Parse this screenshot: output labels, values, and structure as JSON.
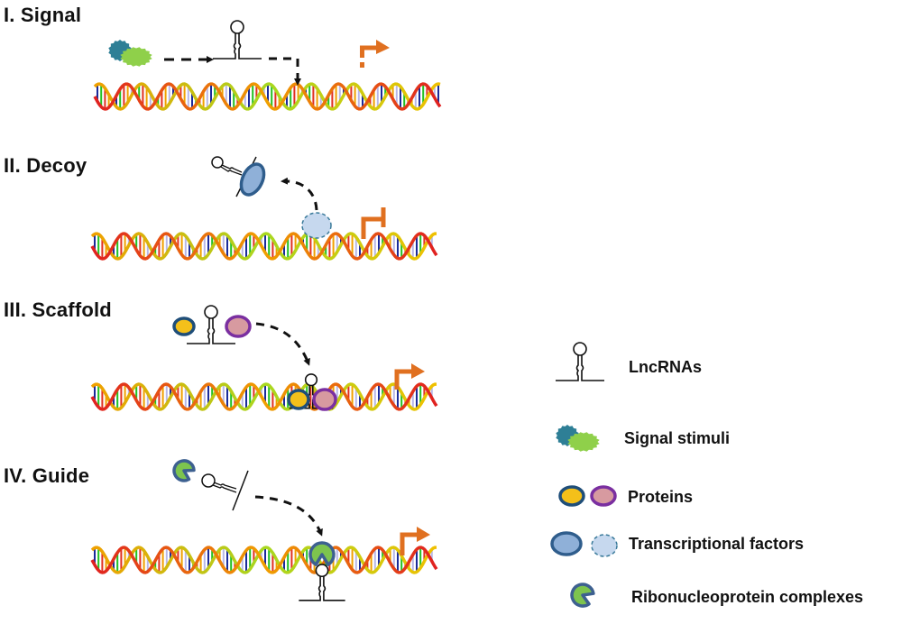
{
  "panels": [
    {
      "id": "signal",
      "title": "I. Signal",
      "promoter": "active-uncertain"
    },
    {
      "id": "decoy",
      "title": "II. Decoy",
      "promoter": "repressed"
    },
    {
      "id": "scaffold",
      "title": "III. Scaffold",
      "promoter": "active"
    },
    {
      "id": "guide",
      "title": "IV. Guide",
      "promoter": "active"
    }
  ],
  "legend": {
    "items": [
      {
        "icon": "lncrna-hairpin-icon",
        "label": "LncRNAs"
      },
      {
        "icon": "signal-stimuli-icon",
        "label": "Signal stimuli"
      },
      {
        "icon": "proteins-icon",
        "label": "Proteins"
      },
      {
        "icon": "transcription-factors-icon",
        "label": "Transcriptional factors"
      },
      {
        "icon": "ribonucleoprotein-icon",
        "label": "Ribonucleoprotein complexes"
      }
    ]
  },
  "colors": {
    "promoter_arrow": "#e07020",
    "protein_yellow_fill": "#f4c01a",
    "protein_yellow_border": "#1f4e79",
    "protein_pink_fill": "#d79aa0",
    "protein_pink_border": "#7a2fa0",
    "tf_fill": "#8fb0d8",
    "tf_border": "#2f5d8c",
    "tf_free_fill": "#c6d8ee",
    "tf_free_border": "#3a7a9a",
    "rnp_fill": "#7dc44e",
    "rnp_border": "#3d6090",
    "signal_teal": "#2e7f96",
    "signal_green": "#8fd04a"
  }
}
